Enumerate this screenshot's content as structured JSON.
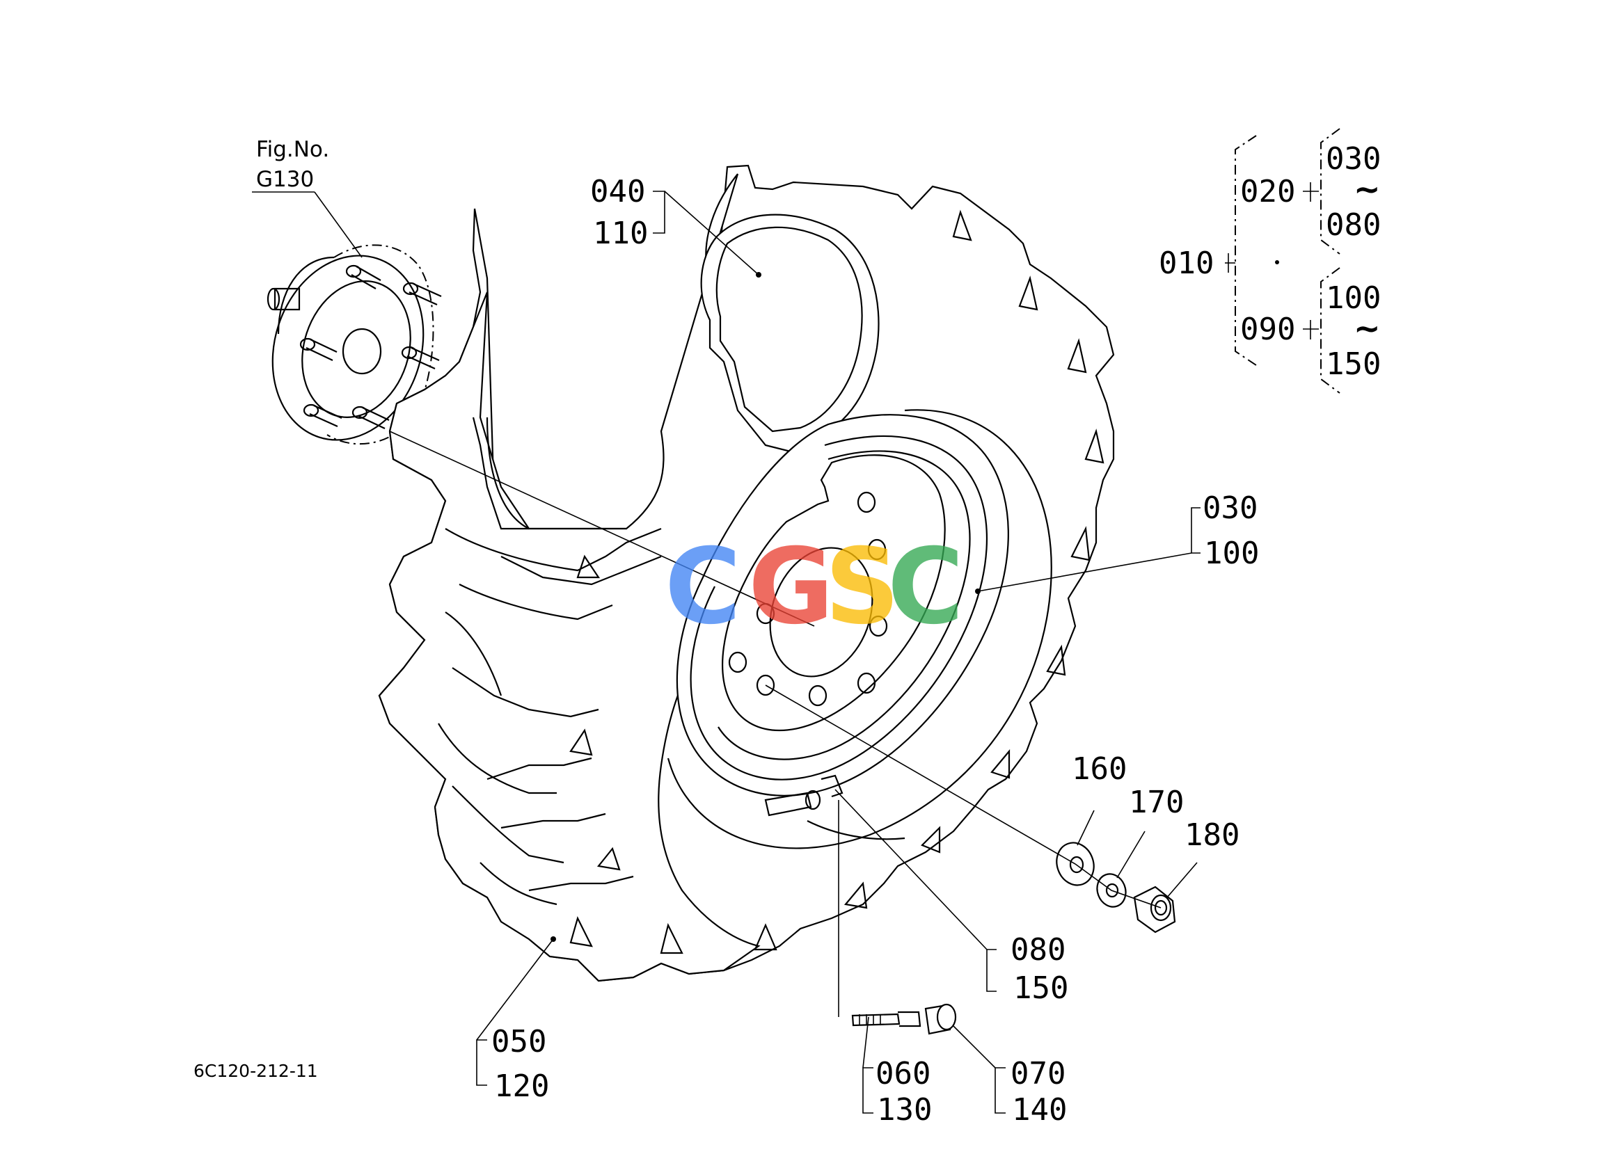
{
  "figure_reference": {
    "label": "Fig.No.",
    "number": "G130"
  },
  "drawing_code": "6C120-212-11",
  "watermark": {
    "letters": [
      "C",
      "G",
      "S",
      "C"
    ],
    "colors": [
      "#4285F4",
      "#EA4335",
      "#FBBC05",
      "#34A853"
    ]
  },
  "callouts": {
    "c040": "040",
    "c110": "110",
    "c030": "030",
    "c100": "100",
    "c050": "050",
    "c120": "120",
    "c060": "060",
    "c130": "130",
    "c070": "070",
    "c140": "140",
    "c080": "080",
    "c150": "150",
    "c160": "160",
    "c170": "170",
    "c180": "180"
  },
  "assembly_tree": {
    "root": "010",
    "group_a": {
      "label": "020",
      "range_start": "030",
      "range_sep": "~",
      "range_end": "080"
    },
    "group_b": {
      "label": "090",
      "range_start": "100",
      "range_sep": "~",
      "range_end": "150"
    }
  }
}
